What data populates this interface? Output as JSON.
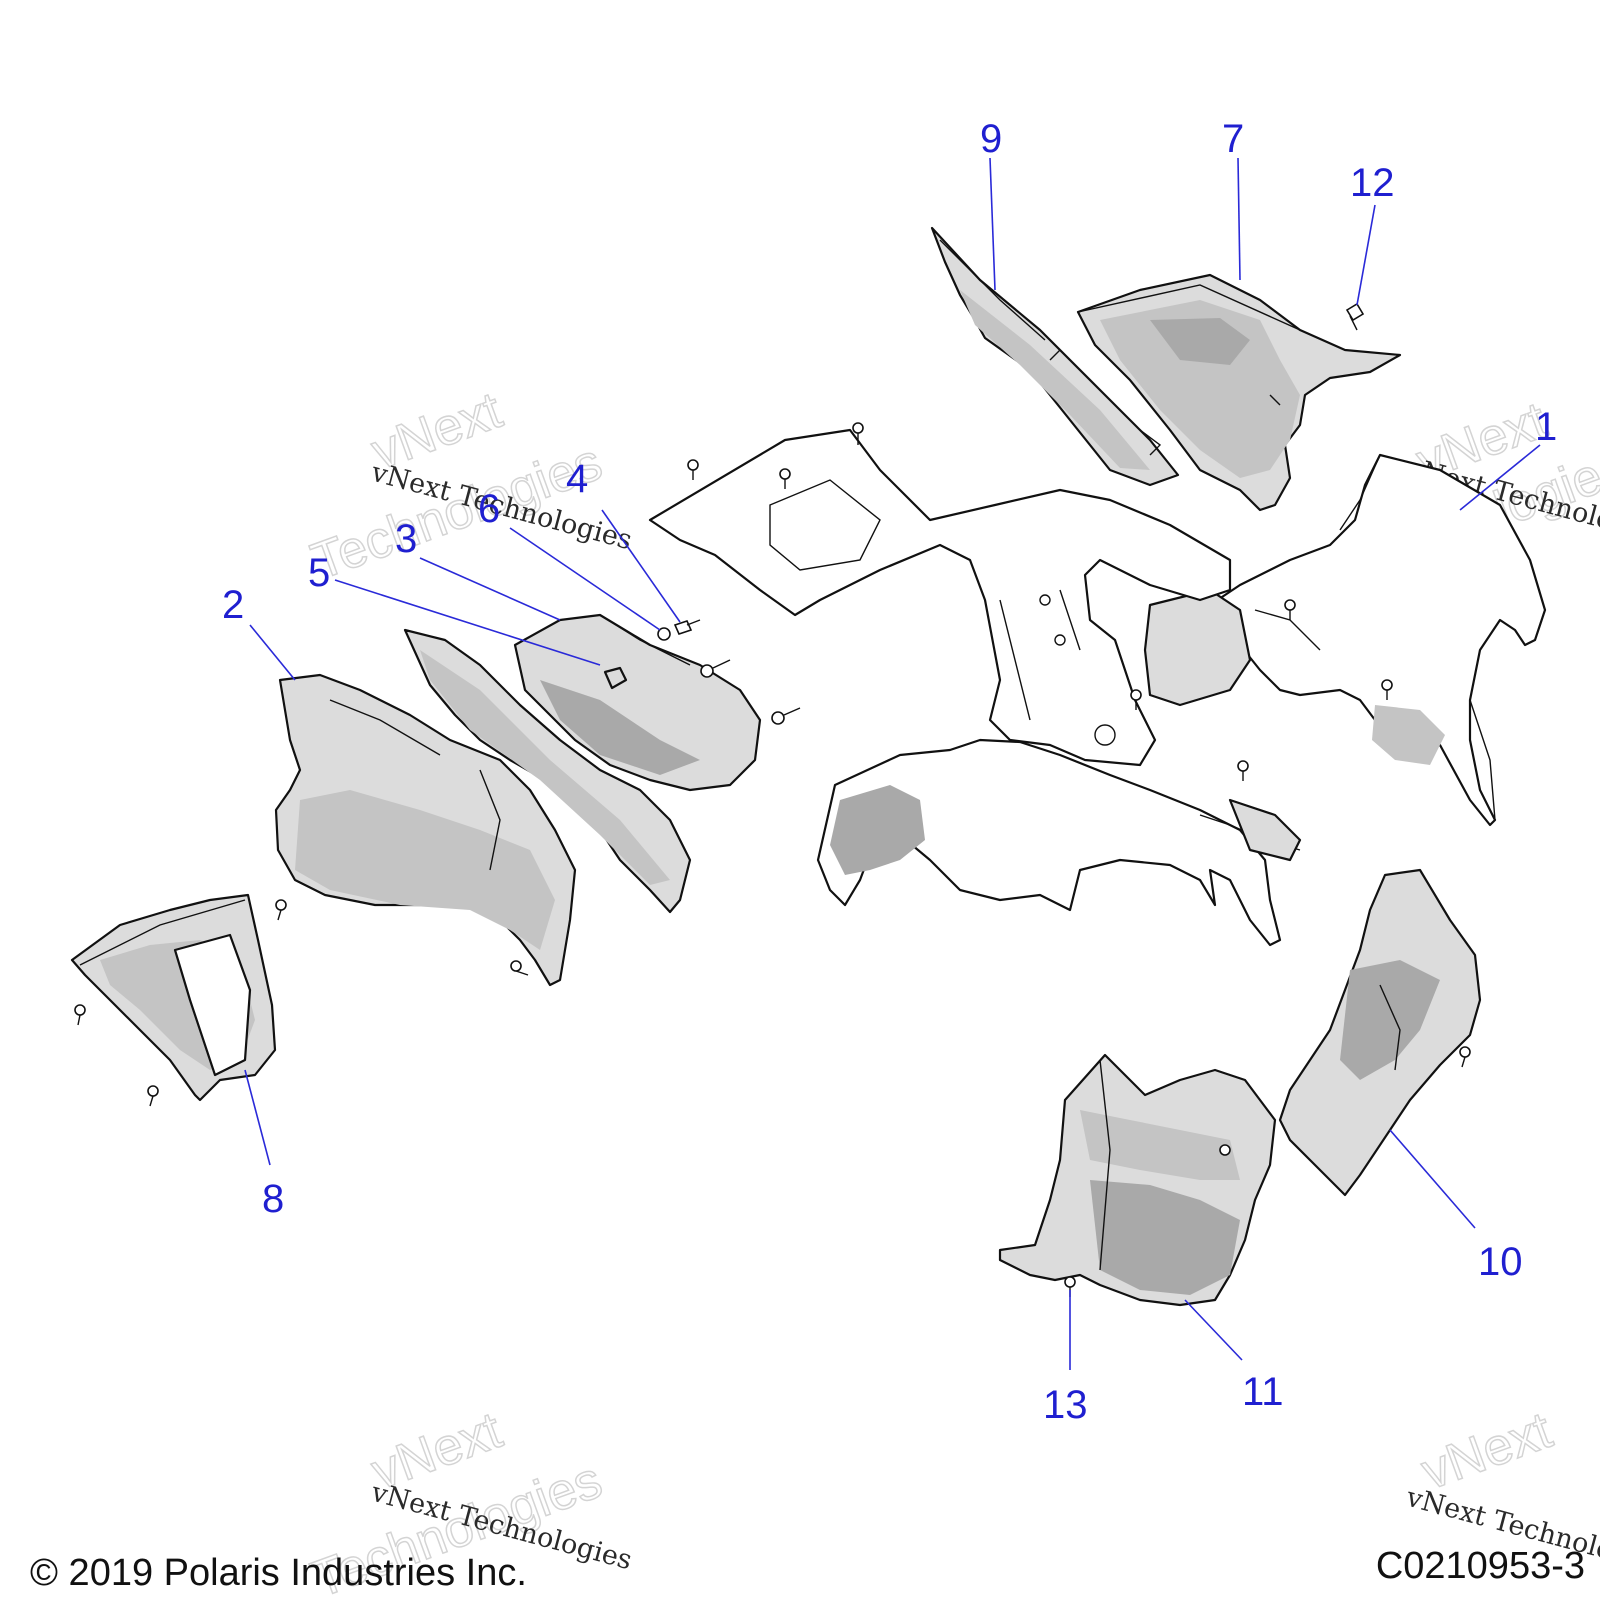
{
  "callouts": [
    "1",
    "2",
    "3",
    "4",
    "5",
    "6",
    "7",
    "8",
    "9",
    "10",
    "11",
    "12",
    "13"
  ],
  "watermark": {
    "script": "vNext Technologies",
    "outline_top": "vNext",
    "outline_bottom": "Technologies"
  },
  "footer": {
    "copyright": "© 2019 Polaris Industries Inc.",
    "drawing_number": "C0210953-3"
  }
}
